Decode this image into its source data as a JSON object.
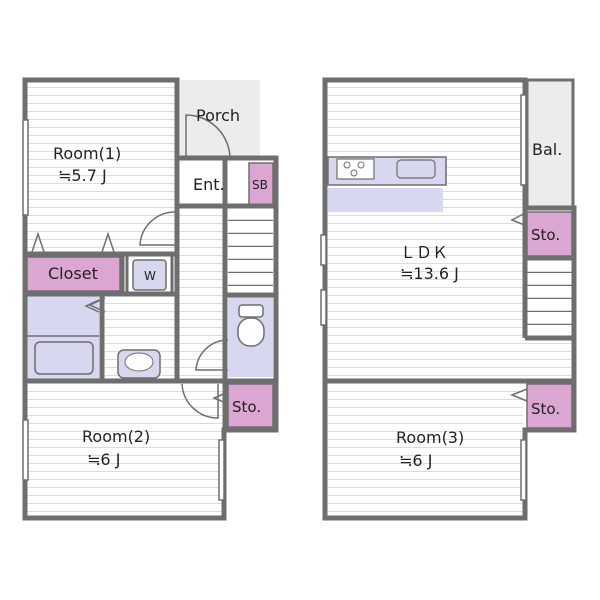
{
  "rooms": {
    "room1": {
      "label": "Room(1)",
      "size": "≒5.7 J"
    },
    "room2": {
      "label": "Room(2)",
      "size": "≒6 J"
    },
    "room3": {
      "label": "Room(3)",
      "size": "≒6 J"
    },
    "ldk": {
      "label": "ＬＤＫ",
      "size": "≒13.6 J"
    }
  },
  "labels": {
    "porch": "Porch",
    "entrance": "Ent.",
    "shoe_box": "SB",
    "closet": "Closet",
    "washer": "W",
    "storage_ground": "Sto.",
    "storage_ldk": "Sto.",
    "storage_upper": "Sto.",
    "balcony": "Bal."
  },
  "colors": {
    "wall": "#6e6e6e",
    "floor_stripe": "#dcdcdc",
    "storage": "#dba6d1",
    "fixture": "#d7d7ef",
    "porch": "#ececec"
  }
}
